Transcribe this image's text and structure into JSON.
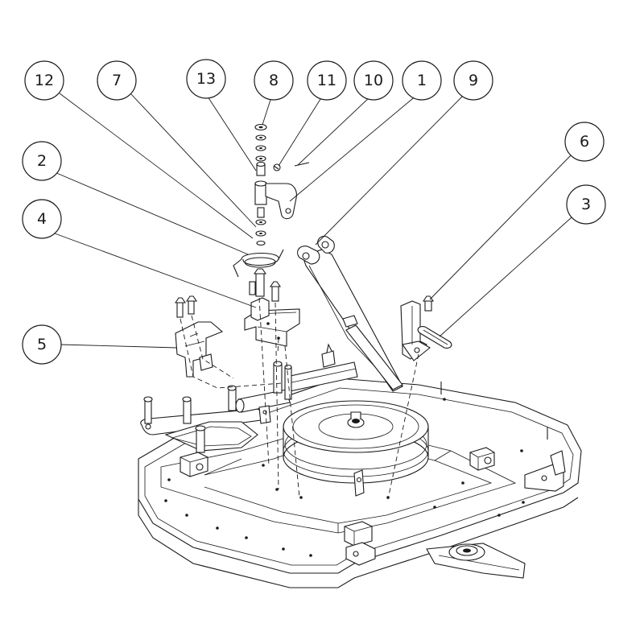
{
  "callouts": [
    {
      "id": "c12",
      "label": "12"
    },
    {
      "id": "c7",
      "label": "7"
    },
    {
      "id": "c13",
      "label": "13"
    },
    {
      "id": "c8",
      "label": "8"
    },
    {
      "id": "c11",
      "label": "11"
    },
    {
      "id": "c10",
      "label": "10"
    },
    {
      "id": "c1",
      "label": "1"
    },
    {
      "id": "c9",
      "label": "9"
    },
    {
      "id": "c2",
      "label": "2"
    },
    {
      "id": "c6",
      "label": "6"
    },
    {
      "id": "c4",
      "label": "4"
    },
    {
      "id": "c3",
      "label": "3"
    },
    {
      "id": "c5",
      "label": "5"
    }
  ]
}
